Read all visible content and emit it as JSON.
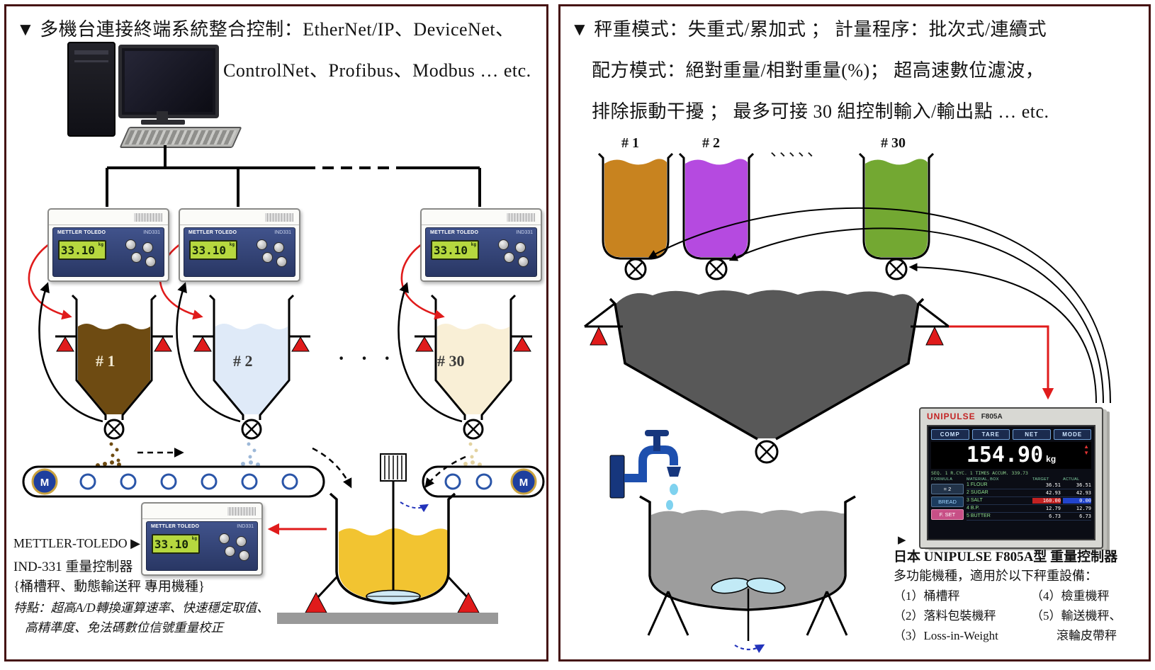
{
  "colors": {
    "panel_border": "#451313",
    "load_cell_red": "#e01b1b",
    "conveyor_blue": "#2a55a8",
    "mixer_yellow": "#f2c431",
    "big_hopper_gray": "#585858",
    "lcd_green": "#b6d83f",
    "faucet_blue": "#1d4fae"
  },
  "left": {
    "header1": "▼ 多機台連接終端系統整合控制：EtherNet/IP、DeviceNet、",
    "header2": "ControlNet、Profibus、Modbus … etc.",
    "brand": "METTLER TOLEDO",
    "model": "IND331",
    "lcd": "33.10",
    "lcd_unit": "kg",
    "hoppers": [
      {
        "label": "# 1",
        "color": "#6e4b12"
      },
      {
        "label": "# 2",
        "color": "#dfeaf8"
      },
      {
        "label": "# 30",
        "color": "#f9efd6"
      }
    ],
    "dots": "· · ·",
    "motor": "M",
    "caption1": "METTLER-TOLEDO ▶",
    "caption2": "IND-331 重量控制器",
    "caption3": "{桶槽秤、動態輸送秤 專用機種}",
    "caption4": "特點：超高A/D轉換運算速率、快速穩定取值、",
    "caption5": "高精準度、免法碼數位信號重量校正"
  },
  "right": {
    "header1": "▼ 秤重模式：失重式/累加式 ； 計量程序：批次式/連續式",
    "header2": "配方模式：絕對重量/相對重量(%)； 超高速數位濾波，",
    "header3": "排除振動干擾 ； 最多可接 30 組控制輸入/輸出點  … etc.",
    "hoppers": [
      {
        "label": "# 1",
        "color": "#c8831f"
      },
      {
        "label": "# 2",
        "color": "#b54ae0"
      },
      {
        "label": "# 30",
        "color": "#73a832"
      }
    ],
    "dots": "、、、、、",
    "device": {
      "brand": "UNIPULSE",
      "model": "F805A",
      "buttons": [
        "COMP",
        "TARE",
        "NET",
        "MODE"
      ],
      "weight": "154.90",
      "unit": "kg",
      "up_arrow": "▲",
      "down_arrow": "▼",
      "status": "SEQ. 1  R.CYC. 1  TIMES   ACCUM. 339.73",
      "col_formula": "FORMULA",
      "col_material": "MATERIAL, BOX",
      "col_target": "TARGET",
      "col_actual": "ACTUAL",
      "side1": "= 2",
      "side2": "BREAD",
      "side3": "F. SET",
      "rows": [
        {
          "name": "1 FLOUR",
          "target": "36.51",
          "actual": "36.51"
        },
        {
          "name": "2 SUGAR",
          "target": "42.93",
          "actual": "42.93"
        },
        {
          "name": "3 SALT",
          "target": "160.00",
          "actual": "0.00"
        },
        {
          "name": "4 B.P.",
          "target": "12.79",
          "actual": "12.79"
        },
        {
          "name": "5 BUTTER",
          "target": "6.73",
          "actual": "6.73"
        }
      ]
    },
    "caption_arrow": "▶",
    "caption1": "日本 UNIPULSE  F805A型 重量控制器",
    "caption2": "多功能機種，適用於以下秤重設備：",
    "item1": "（1）桶槽秤",
    "item2": "（2）落料包裝機秤",
    "item3": "（3）Loss-in-Weight",
    "item4": "（4）檢重機秤",
    "item5": "（5）輸送機秤、",
    "item6": "滾輪皮帶秤"
  }
}
